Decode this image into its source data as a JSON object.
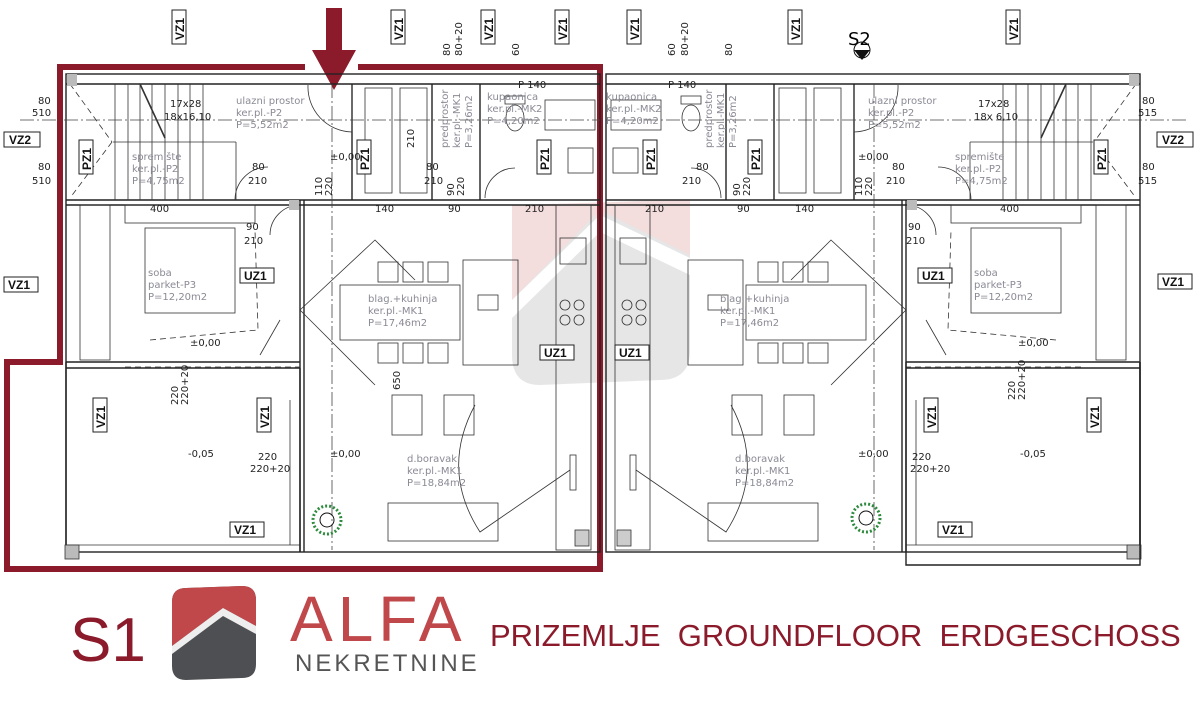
{
  "plan": {
    "unit_left": {
      "entry": [
        "ulazni prostor",
        "ker.pl.-P2",
        "P=5,52m2"
      ],
      "storage": [
        "spremište",
        "ker.pl.-P2",
        "P=4,75m2"
      ],
      "hall": [
        "predprostor",
        "ker.pl.-MK1",
        "P=3,26m2"
      ],
      "bath": [
        "kupaonica",
        "ker.pl.-MK2",
        "P=4,20m2"
      ],
      "bedroom": [
        "soba",
        "parket-P3",
        "P=12,20m2"
      ],
      "kitchen": [
        "blag.+kuhinja",
        "ker.pl.-MK1",
        "P=17,46m2"
      ],
      "living": [
        "d.boravak",
        "ker.pl.-MK1",
        "P=18,84m2"
      ],
      "stairs": [
        "17x28",
        "18x16,10"
      ]
    },
    "unit_right": {
      "entry": [
        "ulazni prostor",
        "ker.pl.-P2",
        "P=5,52m2"
      ],
      "storage": [
        "spremište",
        "ker.pl.-P2",
        "P=4,75m2"
      ],
      "hall": [
        "predprostor",
        "ker.pl.-MK1",
        "P=3,26m2"
      ],
      "bath": [
        "kupaonica",
        "ker.pl.-MK2",
        "P=4,20m2"
      ],
      "bedroom": [
        "soba",
        "parket-P3",
        "P=12,20m2"
      ],
      "kitchen": [
        "blag.+kuhinja",
        "ker.pl.-MK1",
        "P=17,46m2"
      ],
      "living": [
        "d.boravak",
        "ker.pl.-MK1",
        "P=18,84m2"
      ],
      "stairs": [
        "17x28",
        "18x 6,10"
      ]
    },
    "tags": {
      "vz1": "VZ1",
      "vz2": "VZ2",
      "pz1": "PZ1",
      "uz1": "UZ1"
    },
    "levels": {
      "zero": "±0,00",
      "terrace": "-0,05"
    },
    "dims": {
      "w80": "80",
      "h510": "510",
      "h515": "515",
      "h210": "210",
      "w90": "90",
      "w110": "110",
      "h220": "220",
      "w140": "140",
      "w210": "210",
      "w400": "400",
      "h650": "650",
      "w60": "60",
      "h220p20": "220+20",
      "h80p20": "80+20",
      "p140": "P 140"
    },
    "section_marker": "S2",
    "colors": {
      "outline": "#8b1a2b",
      "arrow": "#8b1a2b",
      "tree": "#2e8b3e"
    }
  },
  "banner": {
    "section": "S1",
    "brand": "ALFA",
    "brand_sub": "NEKRETNINE",
    "caption": "PRIZEMLJE  GROUNDFLOOR  ERDGESCHOSS"
  }
}
